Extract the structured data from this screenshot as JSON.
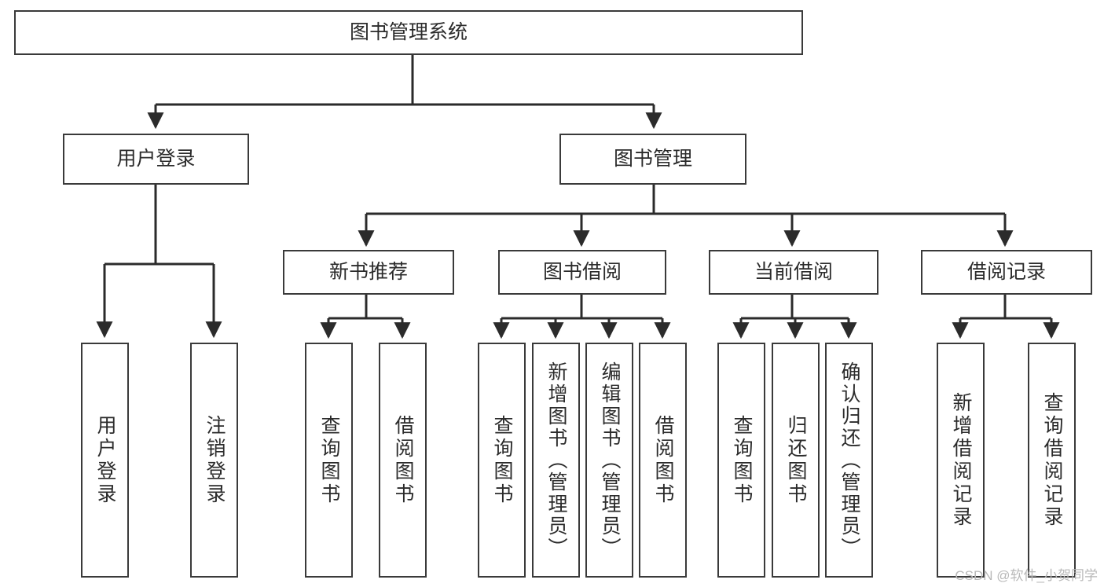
{
  "diagram": {
    "title": "图书管理系统",
    "type": "tree-hierarchy-chart",
    "colors": {
      "box_border": "#3a3a3a",
      "box_fill": "#ffffff",
      "connector": "#2b2b2b",
      "text": "#2b2b2b",
      "watermark": "#b8b8b8"
    },
    "watermark": "CSDN @软件_小贺同学",
    "root": {
      "label": "图书管理系统"
    },
    "level1": [
      {
        "id": "user-login",
        "label": "用户登录"
      },
      {
        "id": "book-management",
        "label": "图书管理"
      }
    ],
    "level2": [
      {
        "id": "new-book-recommend",
        "label": "新书推荐",
        "parent": "book-management"
      },
      {
        "id": "book-borrow",
        "label": "图书借阅",
        "parent": "book-management"
      },
      {
        "id": "current-borrow",
        "label": "当前借阅",
        "parent": "book-management"
      },
      {
        "id": "borrow-record",
        "label": "借阅记录",
        "parent": "book-management"
      }
    ],
    "leaves": [
      {
        "id": "leaf-user-login",
        "label": "用户登录",
        "parent": "user-login"
      },
      {
        "id": "leaf-logout-login",
        "label": "注销登录",
        "parent": "user-login"
      },
      {
        "id": "leaf-query-book-1",
        "label": "查询图书",
        "parent": "new-book-recommend"
      },
      {
        "id": "leaf-borrow-book-1",
        "label": "借阅图书",
        "parent": "new-book-recommend"
      },
      {
        "id": "leaf-query-book-2",
        "label": "查询图书",
        "parent": "book-borrow"
      },
      {
        "id": "leaf-add-book",
        "label": "新增图书（管理员）",
        "parent": "book-borrow"
      },
      {
        "id": "leaf-edit-book",
        "label": "编辑图书（管理员）",
        "parent": "book-borrow"
      },
      {
        "id": "leaf-borrow-book-2",
        "label": "借阅图书",
        "parent": "book-borrow"
      },
      {
        "id": "leaf-query-book-3",
        "label": "查询图书",
        "parent": "current-borrow"
      },
      {
        "id": "leaf-return-book",
        "label": "归还图书",
        "parent": "current-borrow"
      },
      {
        "id": "leaf-confirm-return",
        "label": "确认归还（管理员）",
        "parent": "current-borrow"
      },
      {
        "id": "leaf-add-record",
        "label": "新增借阅记录",
        "parent": "borrow-record"
      },
      {
        "id": "leaf-query-record",
        "label": "查询借阅记录",
        "parent": "borrow-record"
      }
    ]
  }
}
